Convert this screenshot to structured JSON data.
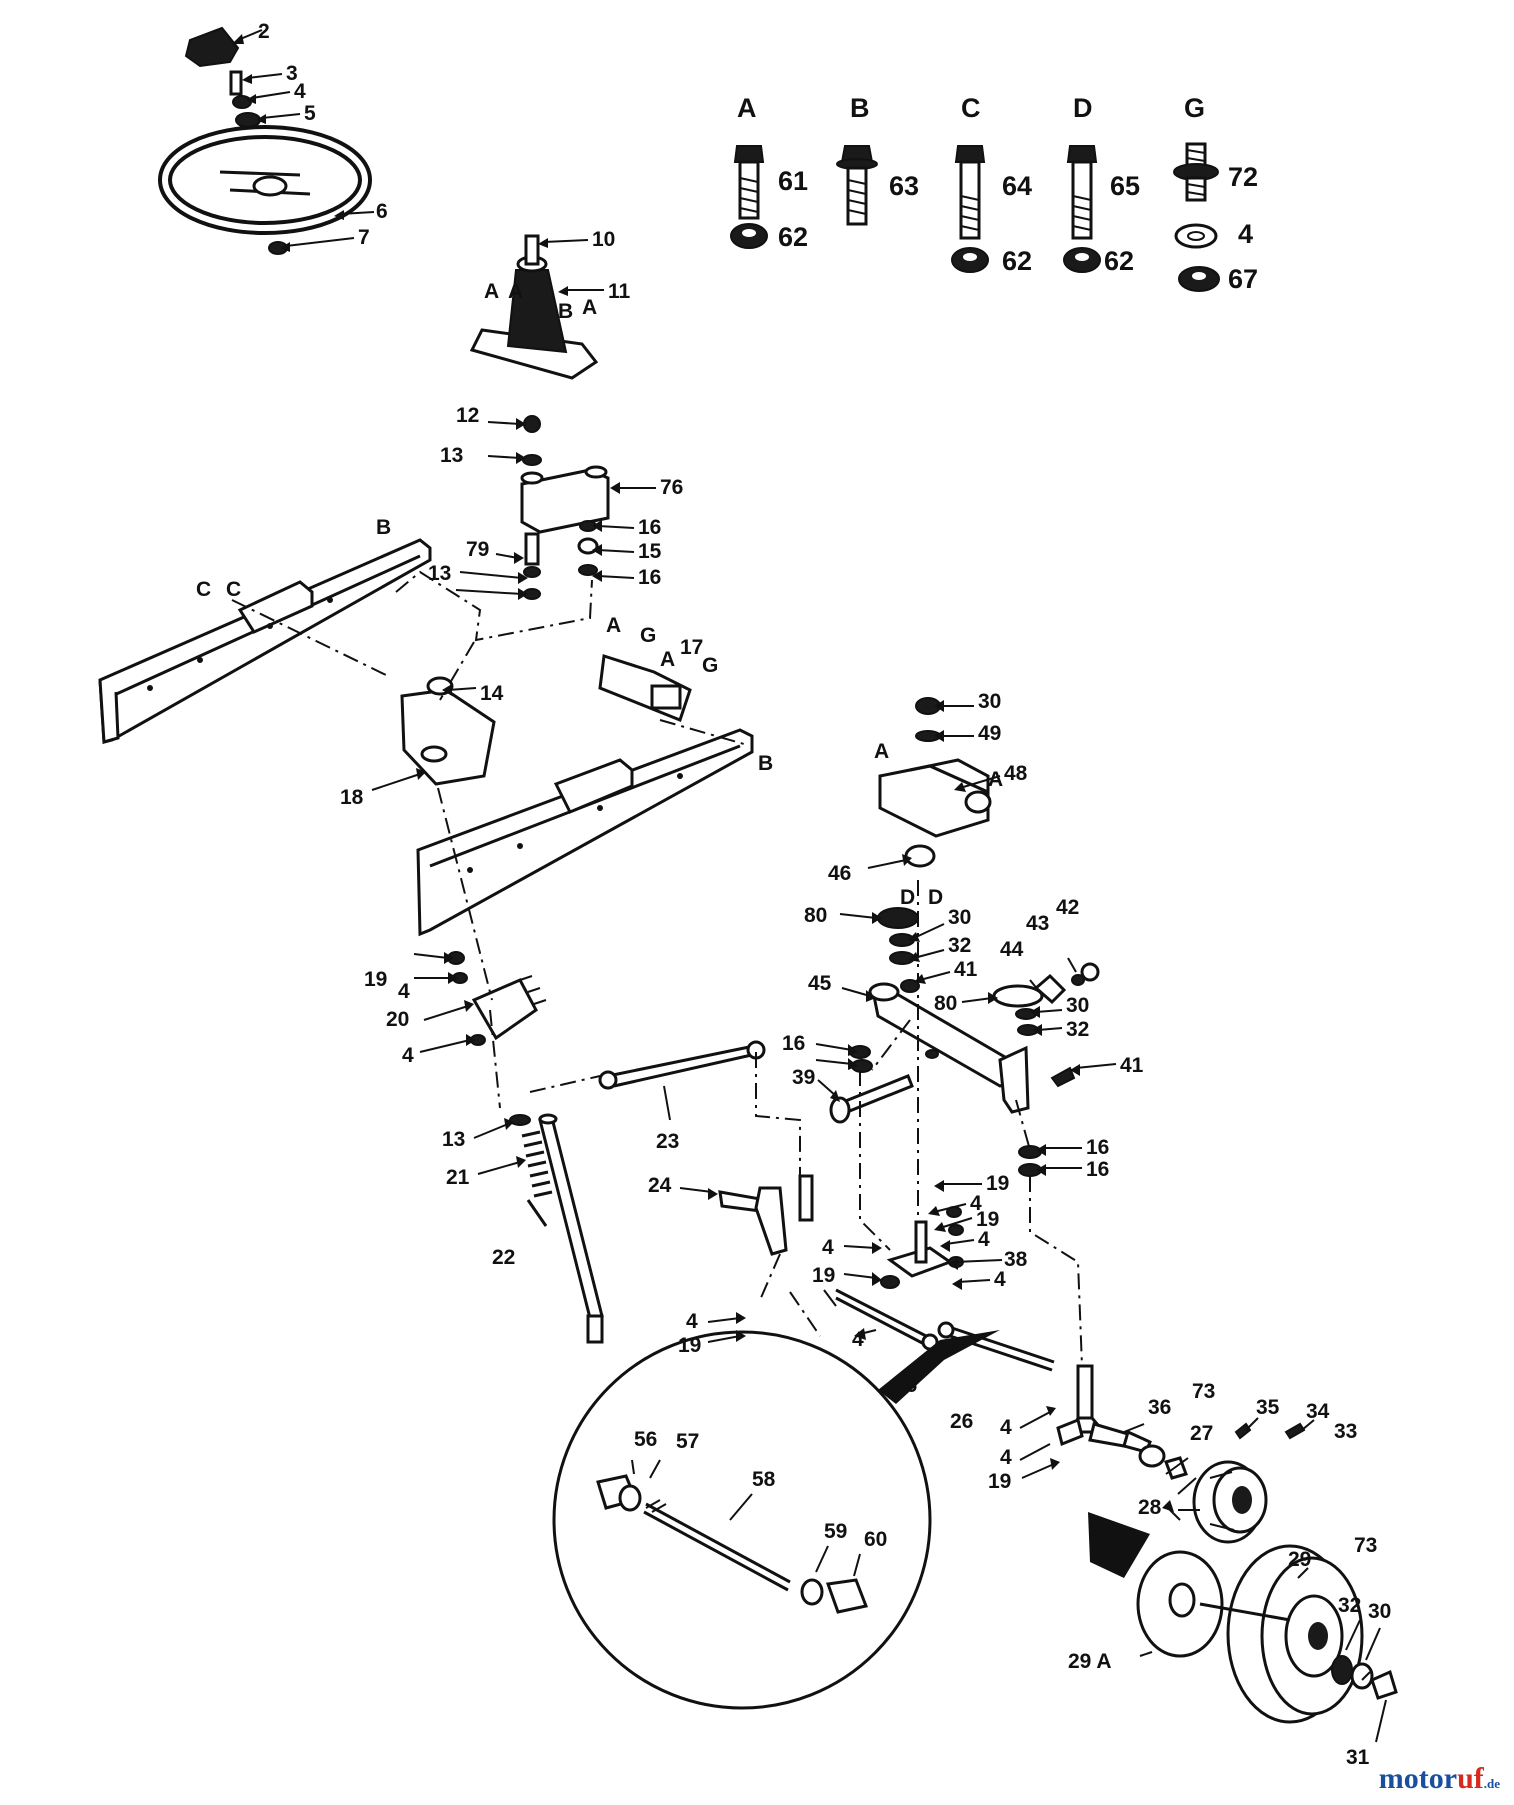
{
  "kits": [
    {
      "letter": "A",
      "parts": [
        "61",
        "62"
      ]
    },
    {
      "letter": "B",
      "parts": [
        "63"
      ]
    },
    {
      "letter": "C",
      "parts": [
        "64",
        "62"
      ]
    },
    {
      "letter": "D",
      "parts": [
        "65",
        "62"
      ]
    },
    {
      "letter": "G",
      "parts": [
        "72",
        "4",
        "67"
      ]
    }
  ],
  "callouts": [
    "2",
    "3",
    "4",
    "5",
    "6",
    "7",
    "10",
    "11",
    "12",
    "13",
    "76",
    "79",
    "13",
    "16",
    "15",
    "16",
    "B",
    "C",
    "C",
    "A",
    "G",
    "A",
    "17",
    "G",
    "14",
    "18",
    "B",
    "30",
    "49",
    "48",
    "A",
    "A",
    "46",
    "D",
    "D",
    "80",
    "30",
    "32",
    "41",
    "42",
    "43",
    "44",
    "45",
    "80",
    "30",
    "32",
    "19",
    "4",
    "20",
    "4",
    "16",
    "39",
    "41",
    "23",
    "13",
    "21",
    "16",
    "16",
    "24",
    "19",
    "4",
    "19",
    "4",
    "38",
    "4",
    "4",
    "19",
    "4",
    "22",
    "4",
    "19",
    "26",
    "26",
    "4",
    "36",
    "73",
    "35",
    "34",
    "33",
    "27",
    "4",
    "19",
    "28",
    "56",
    "57",
    "58",
    "59",
    "60",
    "29",
    "73",
    "32",
    "30",
    "29 A",
    "31",
    "A",
    "A",
    "B",
    "A"
  ],
  "watermark": {
    "brand_a": "motor",
    "brand_b": "uf",
    "suffix": ".de"
  }
}
